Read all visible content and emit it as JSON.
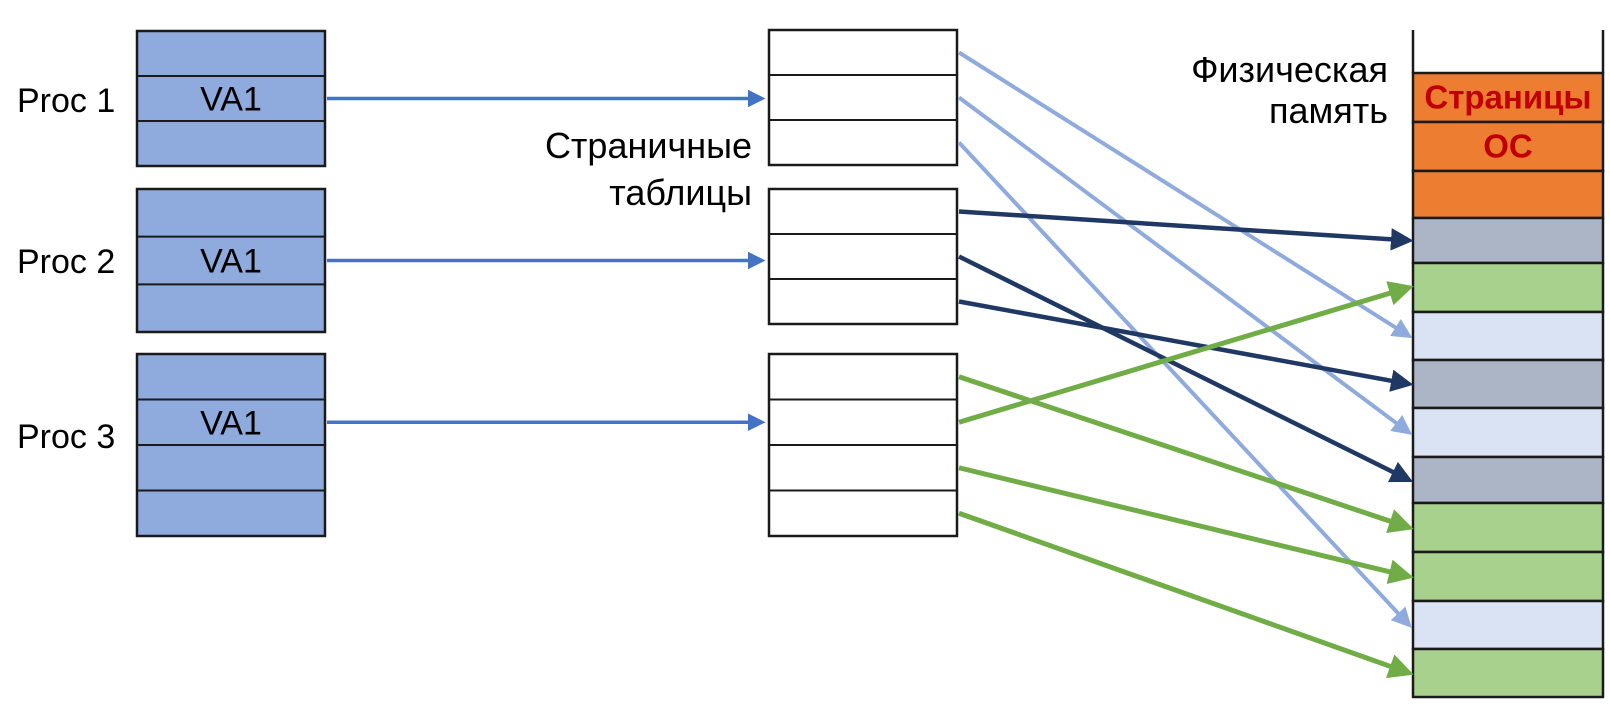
{
  "colors": {
    "process_fill": "#8FAADC",
    "table_fill": "#FFFFFF",
    "border": "#1a1a1a",
    "va_arrow": "#4472C4",
    "mapping_proc1": "#8FAADC",
    "mapping_proc2": "#1F3864",
    "mapping_proc3": "#70AD47",
    "frame_orange": "#ED7D31",
    "frame_gray": "#ACB5C6",
    "frame_green": "#A9D18E",
    "frame_periwinkle": "#DAE3F3",
    "frame_white": "#FFFFFF",
    "os_pages_text": "#C00000",
    "label_text": "#000000"
  },
  "labels": {
    "page_tables": [
      "Страничные",
      "таблицы"
    ],
    "physical_memory": [
      "Физическая",
      "память"
    ]
  },
  "processes": [
    {
      "label": "Proc 1",
      "rows": 3,
      "va_label": "VA1",
      "va_row": 1
    },
    {
      "label": "Proc 2",
      "rows": 3,
      "va_label": "VA1",
      "va_row": 1
    },
    {
      "label": "Proc 3",
      "rows": 4,
      "va_label": "VA1",
      "va_row": 1
    }
  ],
  "page_tables": [
    {
      "rows": 3
    },
    {
      "rows": 3
    },
    {
      "rows": 4
    }
  ],
  "memory_frames": [
    {
      "color": "white"
    },
    {
      "color": "orange",
      "label": "Страницы"
    },
    {
      "color": "orange",
      "label": "ОС"
    },
    {
      "color": "orange"
    },
    {
      "color": "gray"
    },
    {
      "color": "green"
    },
    {
      "color": "periwinkle"
    },
    {
      "color": "gray"
    },
    {
      "color": "periwinkle"
    },
    {
      "color": "gray"
    },
    {
      "color": "green"
    },
    {
      "color": "green"
    },
    {
      "color": "periwinkle"
    },
    {
      "color": "green"
    }
  ],
  "va_mappings": [
    {
      "process": 0,
      "table": 0,
      "table_row": 1
    },
    {
      "process": 1,
      "table": 1,
      "table_row": 1
    },
    {
      "process": 2,
      "table": 2,
      "table_row": 1
    }
  ],
  "page_mappings": [
    {
      "table": 0,
      "row": 0,
      "frame": 6,
      "group": "proc1"
    },
    {
      "table": 0,
      "row": 1,
      "frame": 8,
      "group": "proc1"
    },
    {
      "table": 0,
      "row": 2,
      "frame": 12,
      "group": "proc1"
    },
    {
      "table": 1,
      "row": 0,
      "frame": 4,
      "group": "proc2"
    },
    {
      "table": 1,
      "row": 1,
      "frame": 9,
      "group": "proc2"
    },
    {
      "table": 1,
      "row": 2,
      "frame": 7,
      "group": "proc2"
    },
    {
      "table": 2,
      "row": 0,
      "frame": 10,
      "group": "proc3"
    },
    {
      "table": 2,
      "row": 1,
      "frame": 5,
      "group": "proc3"
    },
    {
      "table": 2,
      "row": 2,
      "frame": 11,
      "group": "proc3"
    },
    {
      "table": 2,
      "row": 3,
      "frame": 13,
      "group": "proc3"
    }
  ]
}
